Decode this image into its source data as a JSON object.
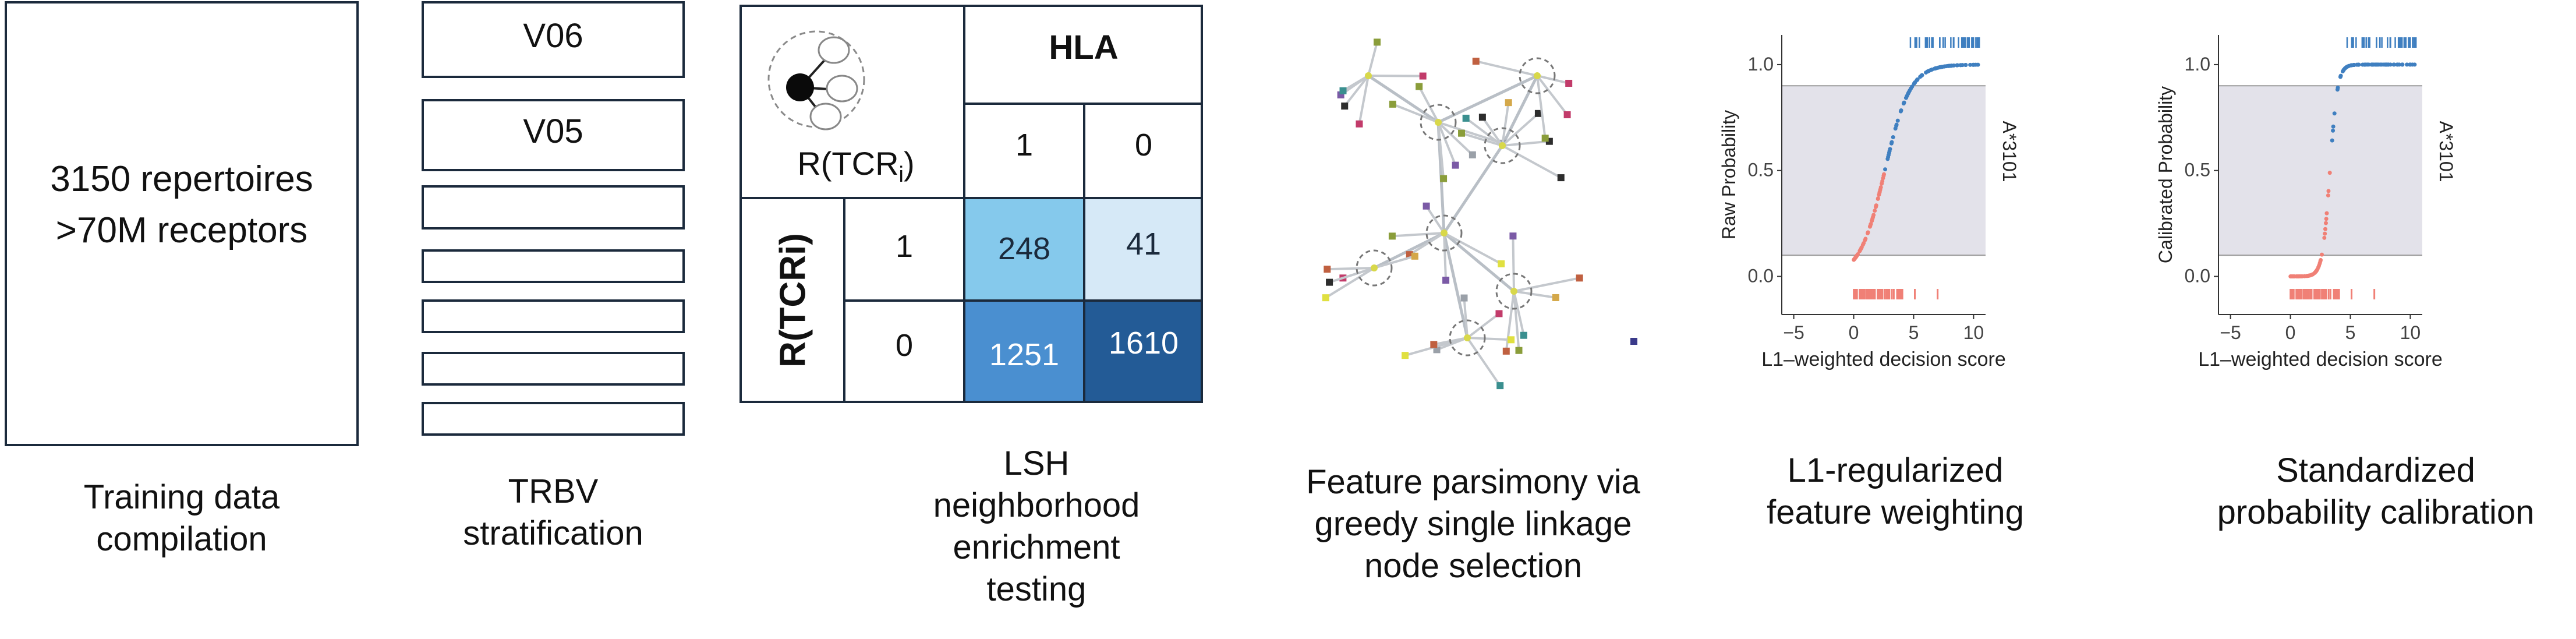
{
  "training": {
    "line1": "3150 repertoires",
    "line2": ">70M receptors",
    "caption": [
      "Training data",
      "compilation"
    ]
  },
  "trbv": {
    "labels": [
      "V06",
      "V05"
    ],
    "caption": [
      "TRBV",
      "stratification"
    ]
  },
  "lsh": {
    "col_header": "HLA",
    "row_header": "R(TCRi)",
    "icon_label": "R(TCRi)",
    "col_values": [
      "1",
      "0"
    ],
    "row_values": [
      "1",
      "0"
    ],
    "cells": [
      [
        "248",
        "41"
      ],
      [
        "1251",
        "1610"
      ]
    ],
    "cell_colors": [
      [
        "#85c9ec",
        "#d6e9f7"
      ],
      [
        "#4a8fd0",
        "#235b96"
      ]
    ],
    "caption": [
      "LSH",
      "neighborhood",
      "enrichment",
      "testing"
    ]
  },
  "tree": {
    "caption": [
      "Feature parsimony via",
      "greedy single linkage",
      "node selection"
    ]
  },
  "plots": [
    {
      "ylabel": "Raw Probability",
      "xlabel": "L1–weighted decision score",
      "side_label": "A*3101",
      "xticks": [
        "−5",
        "0",
        "5",
        "10"
      ],
      "yticks": [
        "0.0",
        "0.5",
        "1.0"
      ],
      "caption": [
        "L1-regularized",
        "feature weighting"
      ]
    },
    {
      "ylabel": "Calibrated Probability",
      "xlabel": "L1–weighted decision score",
      "side_label": "A*3101",
      "xticks": [
        "−5",
        "0",
        "5",
        "10"
      ],
      "yticks": [
        "0.0",
        "0.5",
        "1.0"
      ],
      "caption": [
        "Standardized",
        "probability calibration"
      ]
    }
  ],
  "colors": {
    "negative": "#f08076",
    "positive": "#3f7fc0",
    "band": "#e3e2ea",
    "border": "#1b2a3c"
  }
}
